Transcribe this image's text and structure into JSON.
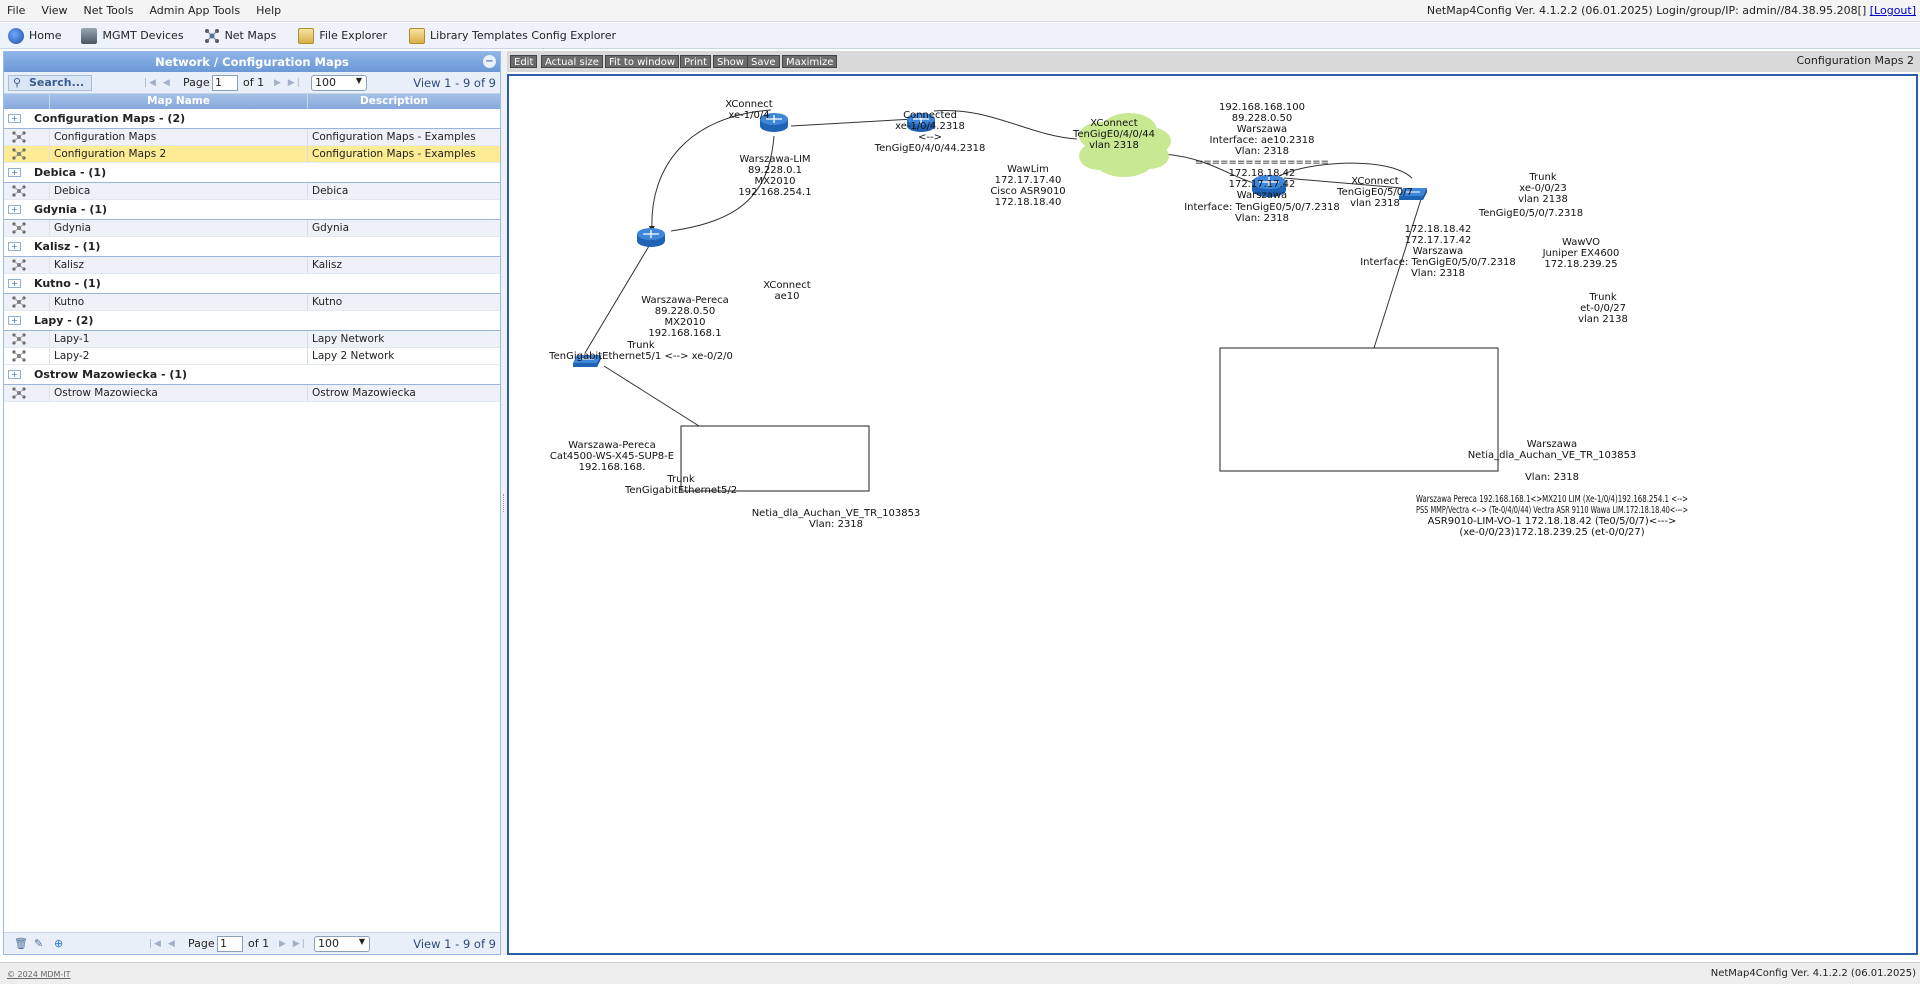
{
  "menu": [
    "File",
    "View",
    "Net Tools",
    "Admin App Tools",
    "Help"
  ],
  "version_info": "NetMap4Config Ver. 4.1.2.2 (06.01.2025) Login/group/IP: admin//84.38.95.208[]",
  "logout_label": "[Logout]",
  "toolbar": [
    "Home",
    "MGMT Devices",
    "Net Maps",
    "File Explorer",
    "Library Templates Config Explorer"
  ],
  "left_panel": {
    "title": "Network / Configuration Maps",
    "search_label": "Search...",
    "page_label": "Page",
    "page_value": "1",
    "of_label": "of 1",
    "page_size": "100",
    "view_info": "View 1 - 9 of 9",
    "columns": [
      "Map Name",
      "Description"
    ],
    "groups": [
      {
        "label": "Configuration Maps - (2)",
        "rows": [
          {
            "name": "Configuration Maps",
            "desc": "Configuration Maps - Examples",
            "selected": false
          },
          {
            "name": "Configuration Maps 2",
            "desc": "Configuration Maps - Examples",
            "selected": true
          }
        ]
      },
      {
        "label": "Debica - (1)",
        "rows": [
          {
            "name": "Debica",
            "desc": "Debica",
            "selected": false
          }
        ]
      },
      {
        "label": "Gdynia - (1)",
        "rows": [
          {
            "name": "Gdynia",
            "desc": "Gdynia",
            "selected": false
          }
        ]
      },
      {
        "label": "Kalisz - (1)",
        "rows": [
          {
            "name": "Kalisz",
            "desc": "Kalisz",
            "selected": false
          }
        ]
      },
      {
        "label": "Kutno - (1)",
        "rows": [
          {
            "name": "Kutno",
            "desc": "Kutno",
            "selected": false
          }
        ]
      },
      {
        "label": "Lapy - (2)",
        "rows": [
          {
            "name": "Lapy-1",
            "desc": "Lapy Network",
            "selected": false
          },
          {
            "name": "Lapy-2",
            "desc": "Lapy 2 Network",
            "selected": false
          }
        ]
      },
      {
        "label": "Ostrow Mazowiecka - (1)",
        "rows": [
          {
            "name": "Ostrow Mazowiecka",
            "desc": "Ostrow Mazowiecka",
            "selected": false
          }
        ]
      }
    ]
  },
  "map_tools": [
    "Edit",
    "Actual size",
    "Fit to window",
    "Print",
    "Show",
    "Save",
    "Maximize"
  ],
  "map_title": "Configuration Maps 2",
  "map": {
    "labels": {
      "xc_left": [
        "XConnect",
        "xe-1/0/4"
      ],
      "connected": [
        "Connected",
        "xe-1/0/4.2318",
        "<-->",
        "TenGigE0/4/0/44.2318"
      ],
      "xc_mid": [
        "XConnect",
        "TenGigE0/4/0/44",
        "vlan 2318"
      ],
      "lim": [
        "Warszawa-LIM",
        "89.228.0.1",
        "MX2010",
        "192.168.254.1"
      ],
      "wawlim": [
        "WawLim",
        "172.17.17.40",
        "Cisco ASR9010",
        "172.18.18.40"
      ],
      "cloud_top": [
        "192.168.168.100",
        "89.228.0.50"
      ],
      "cloud_a": [
        "Warszawa",
        "Interface: ae10.2318",
        "Vlan: 2318"
      ],
      "cloud_sep": "================",
      "cloud_b": [
        "172.18.18.42",
        "172.17.17.42",
        "Warszawa"
      ],
      "cloud_bottom": [
        "Interface: TenGigE0/5/0/7.2318",
        "Vlan: 2318"
      ],
      "xc_right": [
        "XConnect",
        "TenGigE0/5/0/7",
        "vlan 2318"
      ],
      "trunk_right": [
        "Trunk",
        "xe-0/0/23",
        "vlan 2138"
      ],
      "tengig_right": "TenGigE0/5/0/7.2318",
      "warszawa_r": [
        "172.18.18.42",
        "172.17.17.42",
        "Warszawa",
        "Interface: TenGigE0/5/0/7.2318",
        "Vlan: 2318"
      ],
      "wawvo": [
        "WawVO",
        "Juniper EX4600",
        "172.18.239.25"
      ],
      "trunk_vo": [
        "Trunk",
        "et-0/0/27",
        "vlan 2138"
      ],
      "pereca": [
        "Warszawa-Pereca",
        "89.228.0.50",
        "MX2010",
        "192.168.168.1"
      ],
      "xc_ae10": [
        "XConnect",
        "ae10"
      ],
      "trunk_left": [
        "Trunk",
        "TenGigabitEthernet5/1 <--> xe-0/2/0"
      ],
      "switch_left": [
        "Warszawa-Pereca",
        "Cat4500-WS-X45-SUP8-E",
        "192.168.168."
      ],
      "trunk_left2": [
        "Trunk",
        "TenGigabitEthernet5/2"
      ],
      "box_left": [
        "Netia_dla_Auchan_VE_TR_103853",
        "Vlan: 2318"
      ],
      "box_right": [
        "Warszawa",
        "Netia_dla_Auchan_VE_TR_103853",
        "",
        "Vlan: 2318",
        "",
        "Warszawa Pereca 192.168.168.1<>MX210 LIM (Xe-1/0/4)192.168.254.1 <-->",
        "PSS MMP/Vectra <--> (Te-0/4/0/44) Vectra ASR 9110 Wawa LIM.172.18.18.40<--->",
        "ASR9010-LIM-VO-1 172.18.18.42 (Te0/5/0/7)<--->",
        "(xe-0/0/23)172.18.239.25 (et-0/0/27)"
      ]
    }
  },
  "status": {
    "copyright": "© 2024 MDM-IT",
    "version": "NetMap4Config Ver. 4.1.2.2 (06.01.2025)"
  }
}
